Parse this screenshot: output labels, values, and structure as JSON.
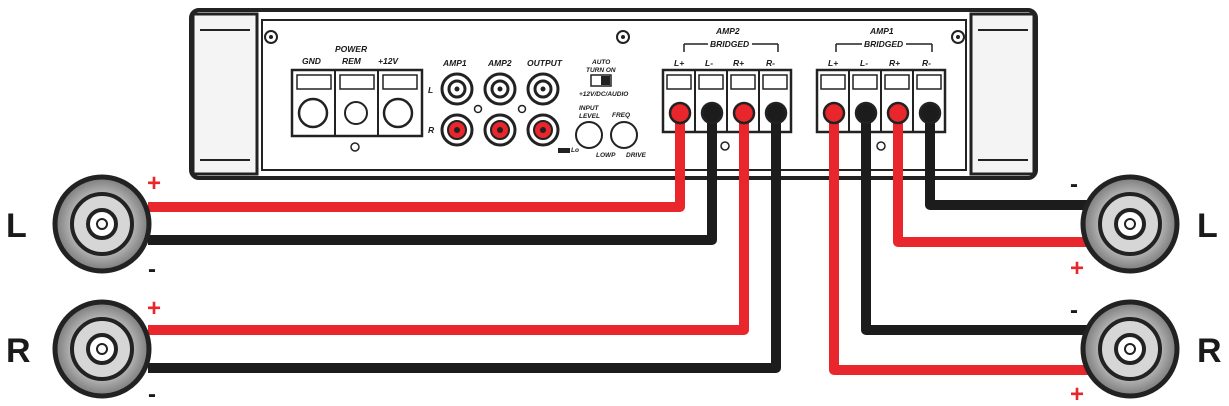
{
  "amplifier": {
    "power_section": {
      "gnd": "GND",
      "power_top": "POWER",
      "rem": "REM",
      "v12": "+12V"
    },
    "rca": {
      "amp1": "AMP1",
      "amp2": "AMP2",
      "output": "OUTPUT",
      "left": "L",
      "right": "R"
    },
    "controls": {
      "auto_top": "AUTO",
      "auto_bottom": "TURN ON",
      "switch_caption": "+12V/DC/AUDIO",
      "input_top": "INPUT",
      "input_bottom": "LEVEL",
      "freq_label": "FREQ",
      "lowp": "LOWP",
      "freq_bottom": "DRIVE"
    },
    "amp2_group": {
      "title": "AMP2",
      "bridged": "BRIDGED",
      "terminals": [
        "L+",
        "L-",
        "R+",
        "R-"
      ]
    },
    "amp1_group": {
      "title": "AMP1",
      "bridged": "BRIDGED",
      "terminals": [
        "L+",
        "L-",
        "R+",
        "R-"
      ]
    }
  },
  "speakers": {
    "left_l": {
      "side": "L",
      "pos": "+",
      "neg": "-"
    },
    "left_r": {
      "side": "R",
      "pos": "+",
      "neg": "-"
    },
    "right_l": {
      "side": "L",
      "pos": "+",
      "neg": "-"
    },
    "right_r": {
      "side": "R",
      "pos": "+",
      "neg": "-"
    }
  },
  "colors": {
    "positive_wire": "#e8262b",
    "negative_wire": "#1c1c1c",
    "outline": "#222222"
  }
}
